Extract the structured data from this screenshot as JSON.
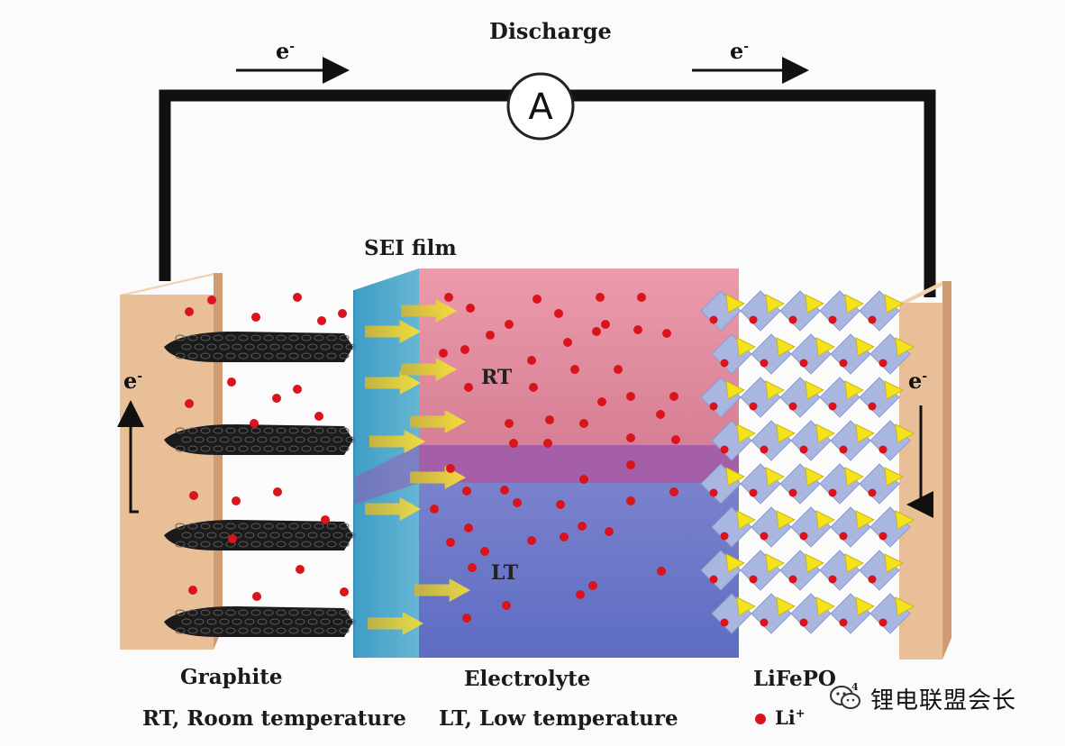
{
  "labels": {
    "title": "Discharge",
    "electron": "e",
    "electron_sup": "-",
    "ammeter": "A",
    "sei": "SEI film",
    "rt": "RT",
    "lt": "LT",
    "graphite": "Graphite",
    "electrolyte": "Electrolyte",
    "lifepo4": "LiFePO",
    "lifepo4_sub": "4",
    "rt_def": "RT, Room temperature",
    "lt_def": "LT, Low temperature",
    "li": "Li",
    "li_sup": "+"
  },
  "watermark": {
    "text": "锂电联盟会长",
    "icon": "wechat-icon"
  },
  "colors": {
    "current_collector": "#e8bf97",
    "wire": "#111111",
    "graphite": "#1b1b1b",
    "sei_film": "#4fa7cc",
    "electrolyte_rt": "#e88c9a",
    "electrolyte_lt": "#6b78c8",
    "li_ion": "#d9141c",
    "arrow": "#f2d21a",
    "lfp_blue": "#a9b7e0",
    "lfp_yellow": "#f4e21a"
  }
}
